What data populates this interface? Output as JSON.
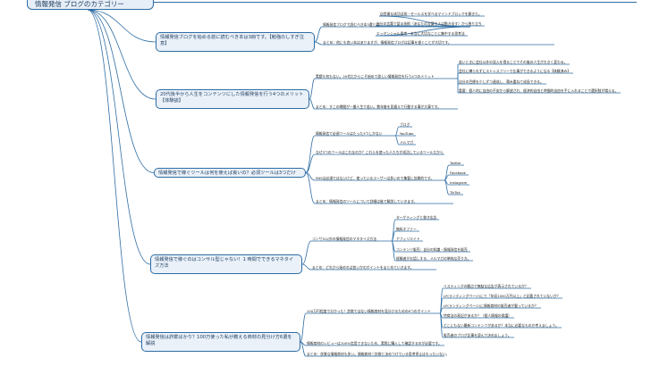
{
  "root": {
    "title": "情報発信 ブログのカテゴリー"
  },
  "topics": [
    {
      "id": "t1",
      "title": "情報発信ブログを始める前に読むべき本は3冊です。【勉強のしすぎ注意】",
      "children": [
        {
          "text": "情報発信ブログで読むべき本3選とは",
          "children": [
            "自営業な成功法則・セールスを学べるマインドブロックを解きた。",
            "自分の言葉で語る技術（あなたの言葉で人は動き出す）から独り立ち",
            "エッセンシャル思考・本当に大切なことに集中する思考法"
          ]
        },
        {
          "text": "まとめ：他にも良い本はありますが、情報発信ブログは記事を書くことが大切です。",
          "children": []
        }
      ]
    },
    {
      "id": "t2",
      "title": "20代後半から人生をコンテンツにした情報発信を行う4つのメリット【体験談】",
      "children": [
        {
          "text": "実績も何もない。20代だからこそ始めて欲しい情報発信を行う4つのメリット",
          "children": [
            "若いときに会社以外の収入を得ることでその後の人生が大きく変わる。",
            "会社に縛られずにストレスフリーで仕事ができるようになる【体験済み】",
            "自分の目標を少しずつ達成し、積み重ねて成長できる。",
            "重要：個人的に自由の不安から解放され、経済的自由と時間的自由を手に入れることで選択肢が増える。"
          ]
        },
        {
          "text": "まとめ：すこの瞬間が一番人生で若い。数年後を見据えて行動する事が大事です。",
          "children": []
        }
      ]
    },
    {
      "id": "t3",
      "title": "情報発信で稼ぐツールは何を使えば良いの？必須ツールは3つだけ",
      "children": [
        {
          "text": "情報発信で必須ツールはたった3つしかない",
          "children": [
            "ブログ",
            "YouTube",
            "メルマガ"
          ]
        },
        {
          "text": "なぜ3つのツールはこれなのか？これらを使った人たちが成功しているツールだから",
          "children": []
        },
        {
          "text": "SNSは必須ではないけど、使っているユーザーは多いので集客に効果的です。",
          "children": [
            "Twitter",
            "Facebook",
            "Instagram",
            "TikTok"
          ]
        },
        {
          "text": "まとめ：情報発信のツールについて詳細は後で解説していきます。",
          "children": []
        }
      ]
    },
    {
      "id": "t4",
      "title": "情報発信で稼ぐのはコンサル型じゃない！1 時間でできるマネタイズ方法",
      "children": [
        {
          "text": "コンサル以外の情報発信のマネタイズ方法",
          "children": [
            "ターゲティングと書き広告",
            "無料オファー",
            "アフィリエイト",
            "コンテンツ販売：自分の知識・情報発信を販売",
            "経験者がお話しする、メルマガの単純な売り方。"
          ]
        },
        {
          "text": "まとめ：どれから始めれば良いかのポイントをまとめていきます。",
          "children": []
        }
      ]
    },
    {
      "id": "t5",
      "title": "情報発信は詐欺ばかり？100万使った私が教える商材の見分け方6選を解説",
      "children": [
        {
          "text": "100万円程度で分かった！詐欺ではない情報商材を見分けるための6つのポイント",
          "children": [
            "リスティングの観点で無駄な広告が表示されているか？",
            "LP(ランディングページ)にて「年収1000万円以上」と記載されていないか？",
            "LP(ランディングページ)に情報商材の販売者が載っているか？",
            "特商法の表記があるか？（個人情報の保護）",
            "どこにもない最新コンテンツがあるか？本当に必要なものか考えましょう。",
            "販売者のブログ記事を読んで決めましょう。"
          ]
        },
        {
          "text": "情報商材のレビューは100%信用できないため、実際に購入して確認するのが必要です。",
          "children": []
        },
        {
          "text": "まとめ：良質な情報商材も多い。情報商材＝詐欺と決めつけている思考停止はもったいない。",
          "children": []
        }
      ]
    }
  ]
}
